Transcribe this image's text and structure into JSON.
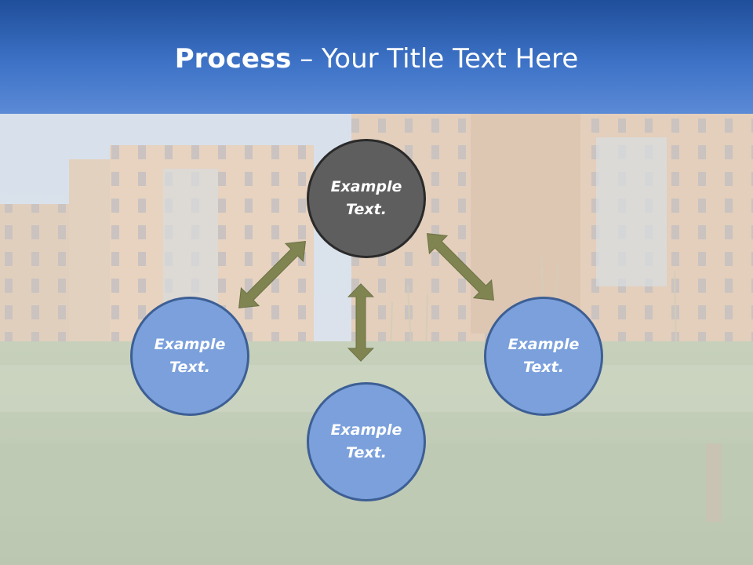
{
  "slide": {
    "title_bold": "Process",
    "title_rest": " – Your Title Text Here"
  },
  "diagram": {
    "center_node": "Example\nText.",
    "left_node": "Example\nText.",
    "right_node": "Example\nText.",
    "bottom_node": "Example\nText."
  },
  "colors": {
    "header_top": "#1f4e9a",
    "header_bottom": "#5b8ad6",
    "center_fill": "#5e5e5e",
    "node_fill": "#7ba0dc",
    "arrow": "#7f8450"
  }
}
